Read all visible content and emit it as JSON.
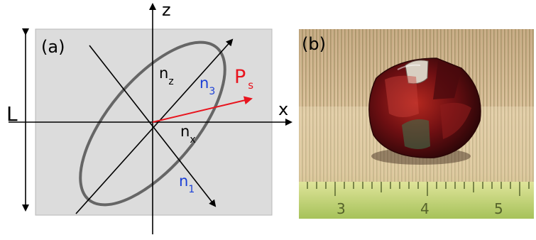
{
  "panel_a": {
    "label": "(a)",
    "axes": {
      "z": "z",
      "x": "x"
    },
    "length_label": "L",
    "refractive": {
      "nz_main": "n",
      "nz_sub": "z",
      "nx_main": "n",
      "nx_sub": "x",
      "n3_main": "n",
      "n3_sub": "3",
      "n1_main": "n",
      "n1_sub": "1"
    },
    "polarization": {
      "main": "P",
      "sub": "s"
    },
    "colors": {
      "panel_bg": "#dcdcdc",
      "ellipse": "#666666",
      "blue": "#1a3fd6",
      "red": "#e8141e"
    }
  },
  "panel_b": {
    "label": "(b)",
    "ruler_numbers": [
      "3",
      "4",
      "5"
    ]
  }
}
